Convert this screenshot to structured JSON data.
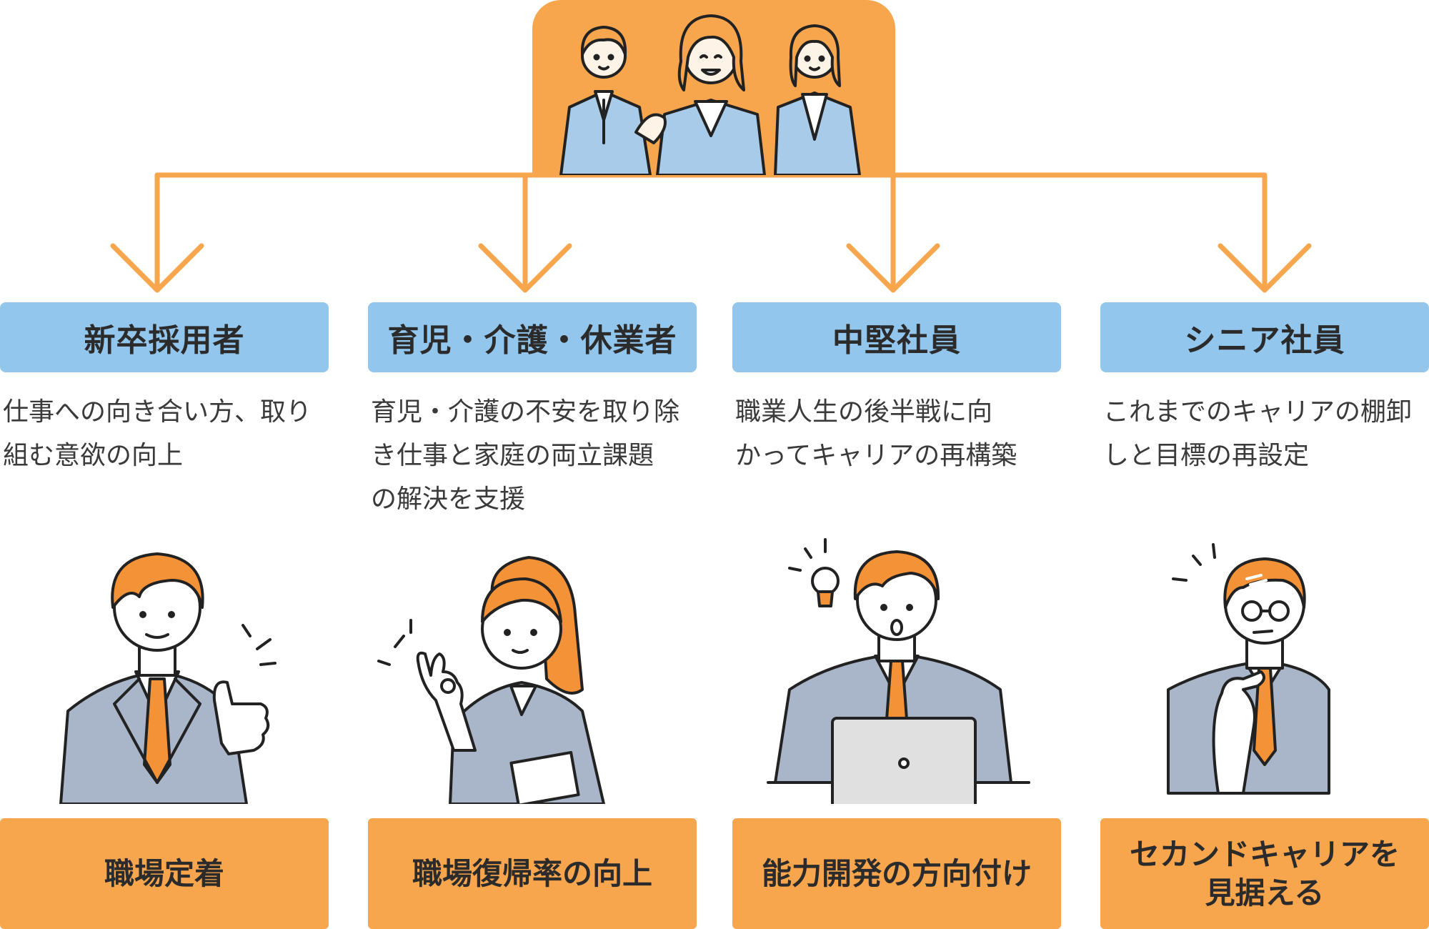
{
  "colors": {
    "accent_orange": "#F8A64D",
    "category_blue": "#92C6EC",
    "suit_gray": "#A9B5C8",
    "hair_orange": "#F39237",
    "line_dark": "#222222"
  },
  "top_illustration": {
    "icon": "three-business-people-icon"
  },
  "columns": [
    {
      "category": "新卒採用者",
      "description": "仕事への向き合い方、取り\n組む意欲の向上",
      "icon": "thumbs-up-businessman-icon",
      "outcome": "職場定着"
    },
    {
      "category": "育児・介護・休業者",
      "description": "育児・介護の不安を取り除\nき仕事と家庭の両立課題\nの解決を支援",
      "icon": "ok-sign-businesswoman-icon",
      "outcome": "職場復帰率の向上"
    },
    {
      "category": "中堅社員",
      "description": "職業人生の後半戦に向\nかってキャリアの再構築",
      "icon": "laptop-lightbulb-businessman-icon",
      "outcome": "能力開発の方向付け"
    },
    {
      "category": "シニア社員",
      "description": "これまでのキャリアの棚卸\nしと目標の再設定",
      "icon": "thinking-senior-businessman-icon",
      "outcome": "セカンドキャリアを\n見据える"
    }
  ]
}
